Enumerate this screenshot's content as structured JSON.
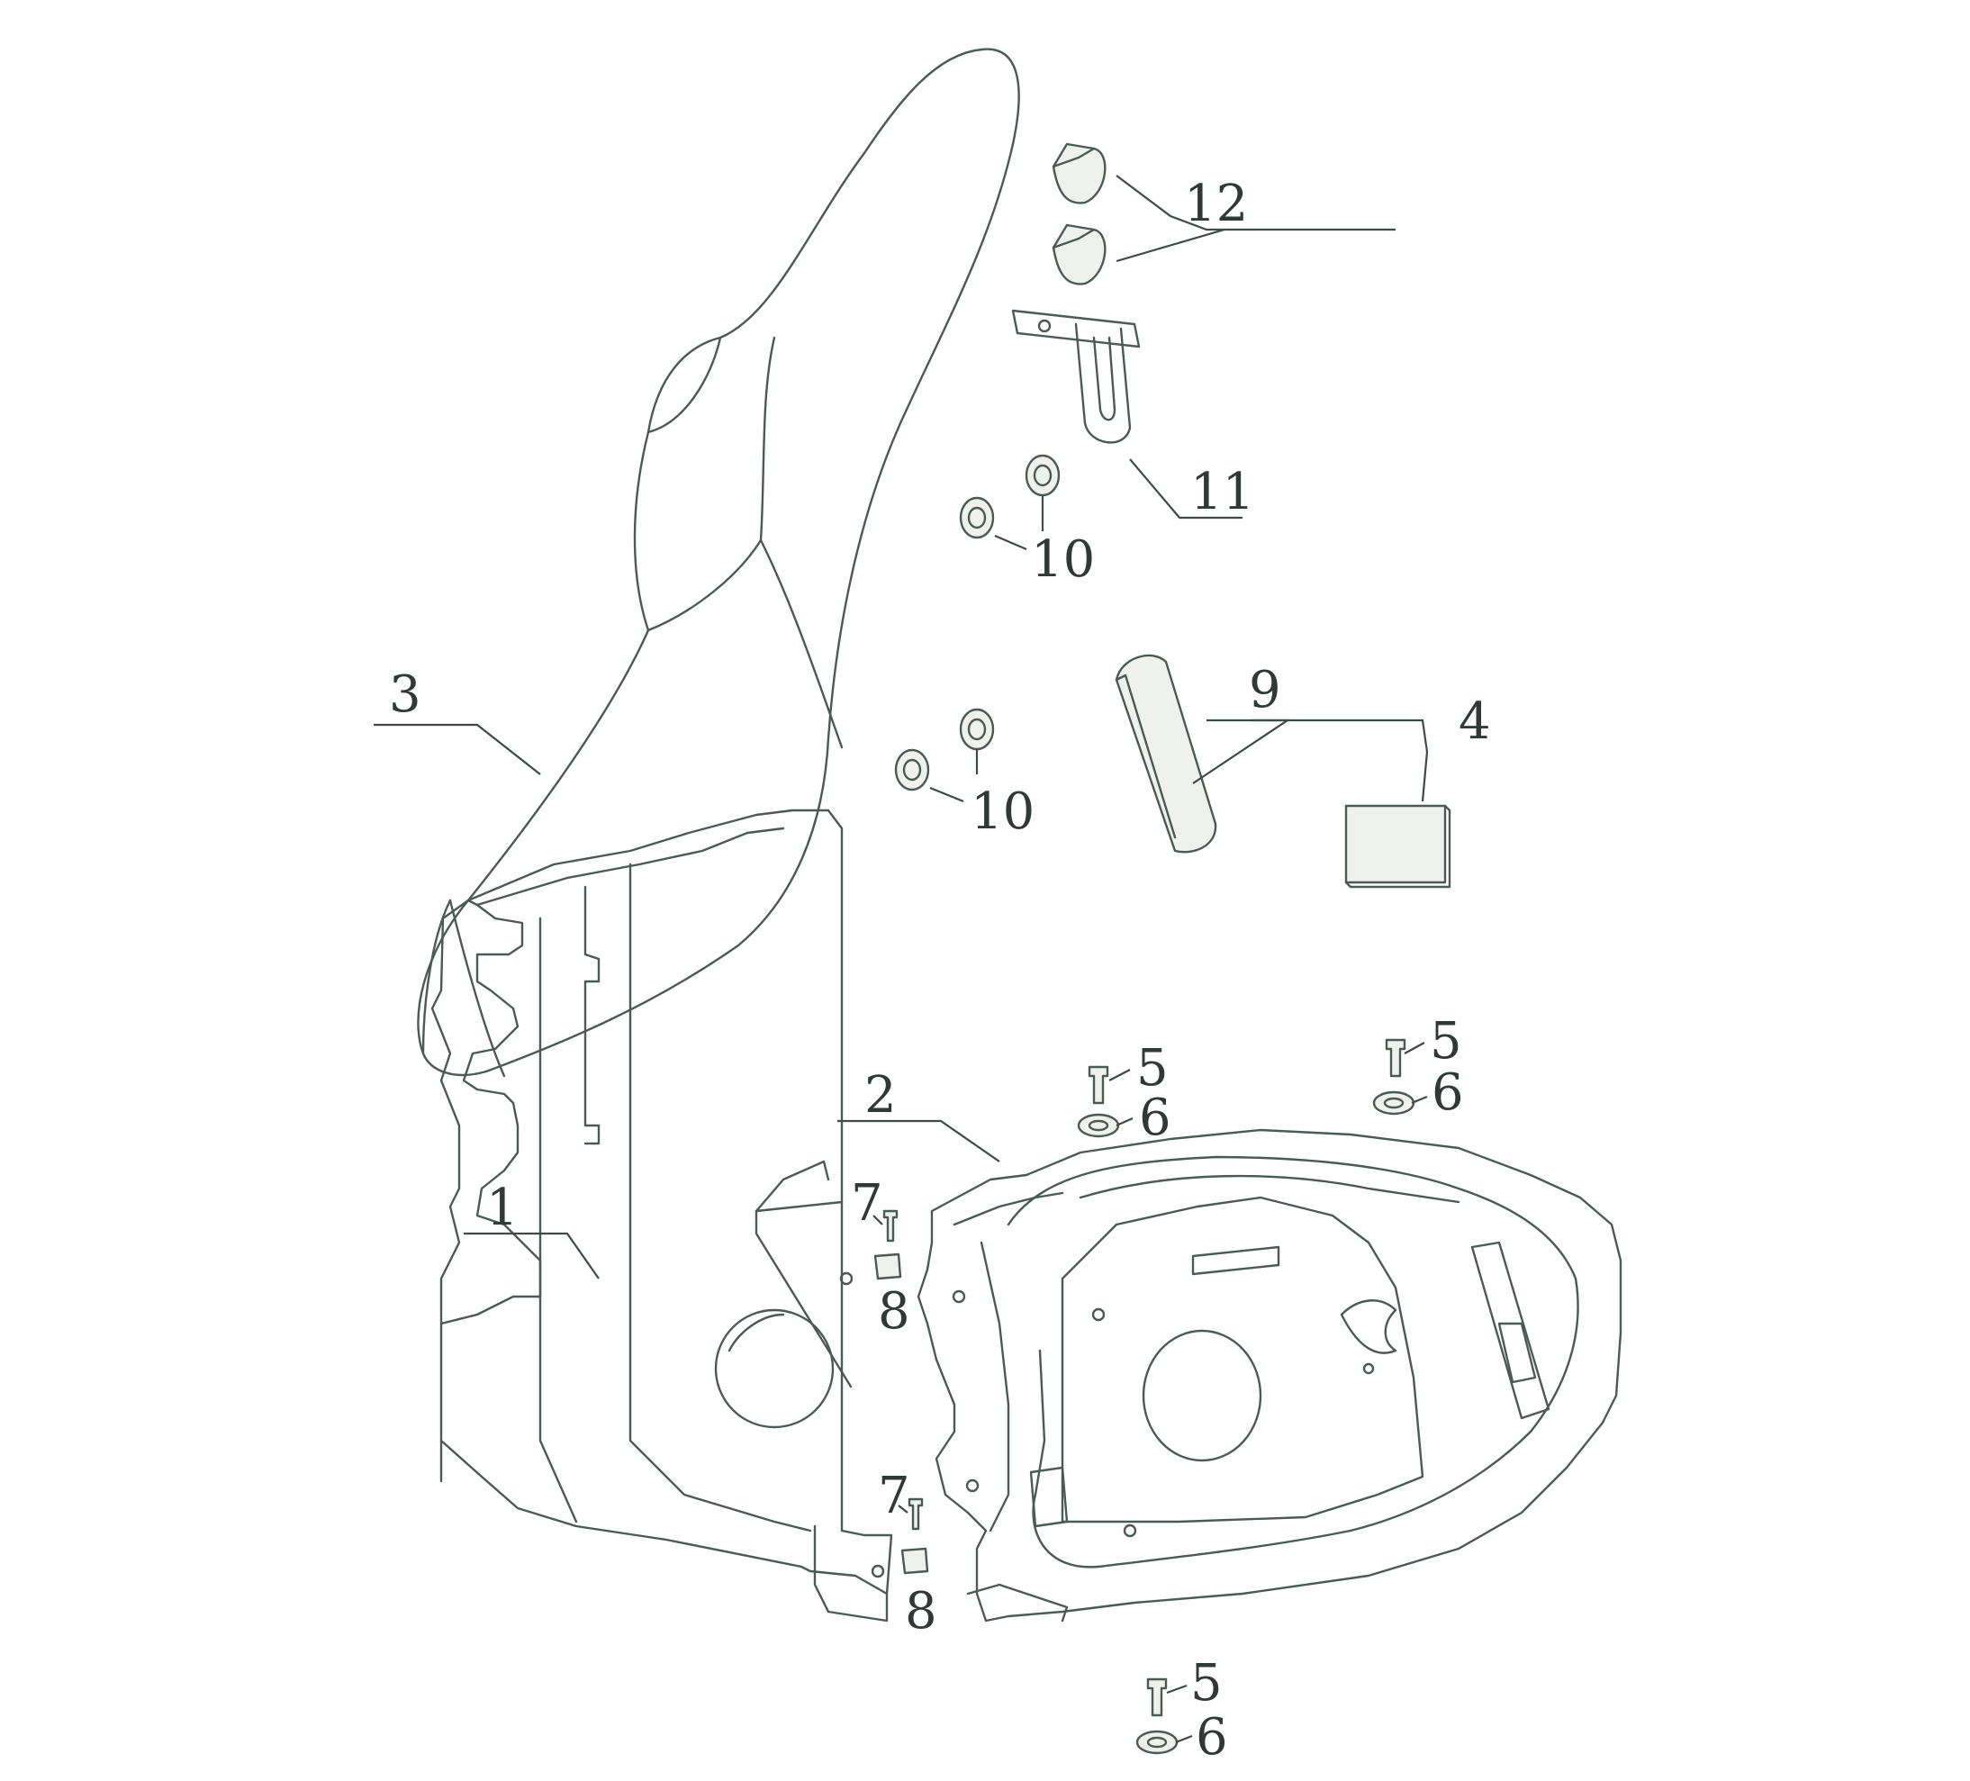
{
  "diagram": {
    "callouts": {
      "c1": "1",
      "c2": "2",
      "c3": "3",
      "c4": "4",
      "c5a": "5",
      "c5b": "5",
      "c5c": "5",
      "c6a": "6",
      "c6b": "6",
      "c6c": "6",
      "c7a": "7",
      "c7b": "7",
      "c8a": "8",
      "c8b": "8",
      "c9": "9",
      "c10a": "10",
      "c10b": "10",
      "c11": "11",
      "c12": "12"
    }
  }
}
